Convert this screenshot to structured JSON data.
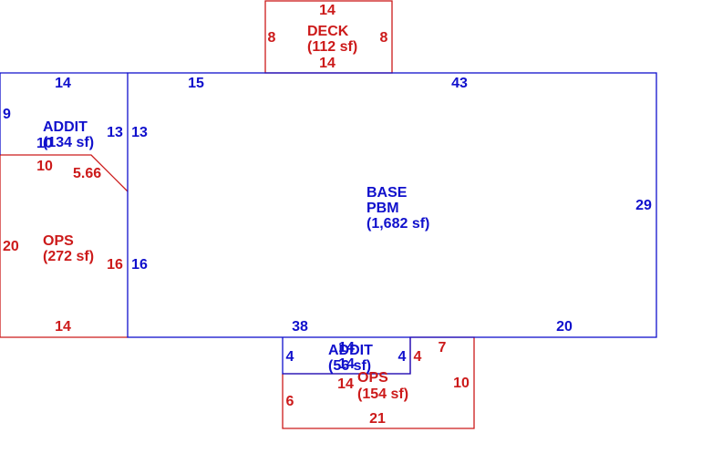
{
  "colors": {
    "blue": "#1010cc",
    "red": "#cc1a1a",
    "background": "#ffffff"
  },
  "areas": {
    "deck": {
      "name": "DECK",
      "area": "(112 sf)",
      "dims": {
        "top": "14",
        "bottom": "14",
        "left": "8",
        "right": "8"
      }
    },
    "addit_left": {
      "name": "ADDIT",
      "area": "(134 sf)",
      "dims": {
        "top": "14",
        "left": "9",
        "right": "13",
        "bottom": "10"
      }
    },
    "ops_left": {
      "name": "OPS",
      "area": "(272 sf)",
      "dims": {
        "top": "10",
        "diagonal": "5.66",
        "left": "20",
        "right": "16",
        "bottom": "14"
      }
    },
    "base": {
      "name": "BASE",
      "subname": "PBM",
      "area": "(1,682 sf)",
      "dims": {
        "top_left": "15",
        "top": "43",
        "right": "29",
        "bottom_left": "38",
        "bottom_right": "20",
        "left_upper": "13",
        "left_lower": "16"
      }
    },
    "addit_bottom": {
      "name": "ADDIT",
      "area": "(56 sf)",
      "dims": {
        "top": "14",
        "left": "4",
        "right": "4",
        "bottom": "14"
      }
    },
    "ops_bottom": {
      "name": "OPS",
      "area": "(154 sf)",
      "dims": {
        "top_right": "7",
        "right": "10",
        "left": "6",
        "bottom": "21",
        "right_upper": "4"
      }
    }
  }
}
